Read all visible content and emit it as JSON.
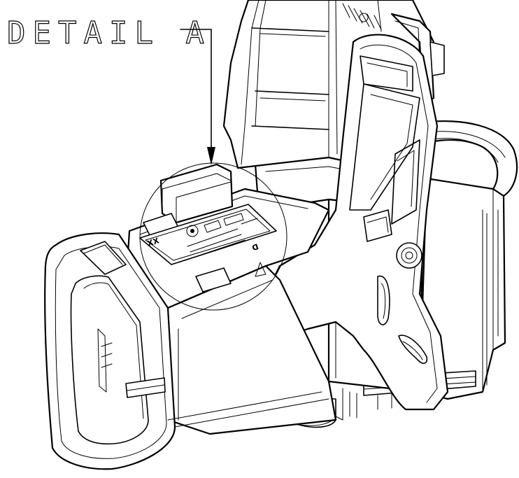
{
  "callout": {
    "label": "DETAIL A"
  },
  "part_label": {
    "line1": "XX",
    "line2": "D"
  },
  "colors": {
    "line": "#000000",
    "background": "#ffffff"
  },
  "icons": {
    "leader_arrow": "arrowhead-down",
    "detail_circle": "detail-circle"
  }
}
